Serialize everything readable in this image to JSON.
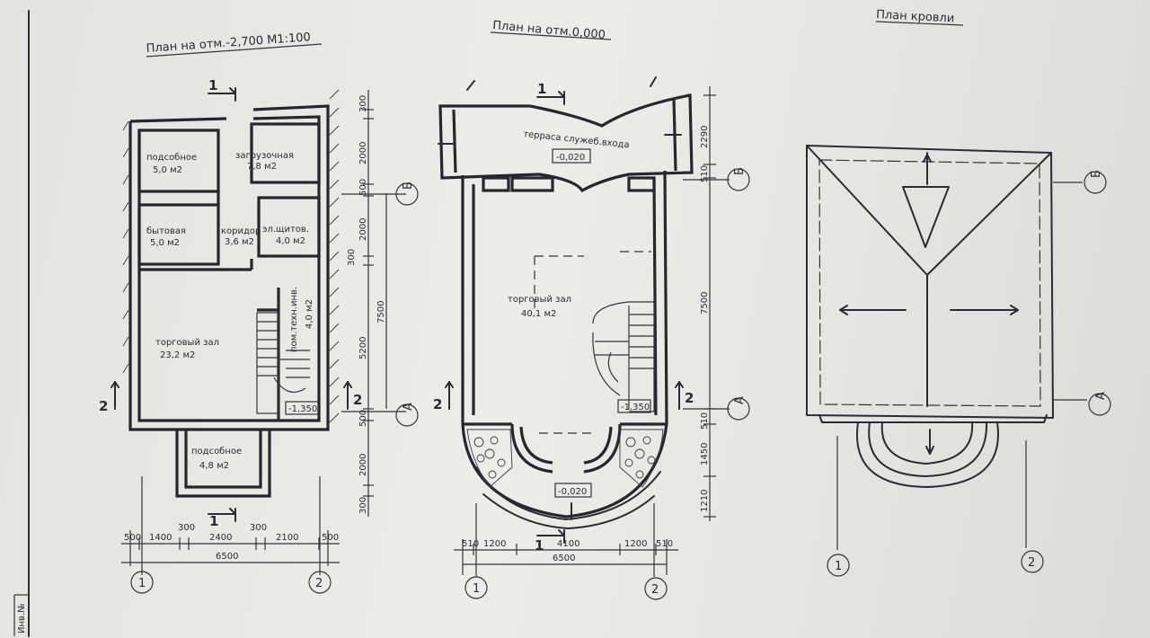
{
  "sheet": {
    "side_stamp": "Инв.№ ",
    "plan1": {
      "title": "План на отм.-2,700  М1:100",
      "rooms": [
        {
          "name": "подсобное",
          "area": "5,0 м2"
        },
        {
          "name": "загрузочная",
          "area": "7,8 м2"
        },
        {
          "name": "бытовая",
          "area": "5,0 м2"
        },
        {
          "name": "коридор",
          "area": "3,6 м2"
        },
        {
          "name": "эл.щитов.",
          "area": "4,0 м2"
        },
        {
          "name": "торговый зал",
          "area": "23,2 м2"
        },
        {
          "name": "пом.техн.инв.",
          "area": "4,0 м2"
        },
        {
          "name": "подсобное",
          "area": "4,8 м2"
        }
      ],
      "level": "-1,350",
      "dims_bottom": [
        "500",
        "1400",
        "300",
        "2400",
        "300",
        "2100",
        "500"
      ],
      "dim_total": "6500",
      "dims_right": [
        "300",
        "2000",
        "500",
        "2000",
        "300",
        "5200",
        "500",
        "2000",
        "300"
      ],
      "dim_right_total": "7500",
      "axes": [
        "1",
        "2",
        "Б",
        "А"
      ],
      "section_marks": [
        "1",
        "1",
        "2",
        "2"
      ]
    },
    "plan2": {
      "title": "План на отм.0,000",
      "rooms": [
        {
          "name": "терраса служеб.входа",
          "area": ""
        },
        {
          "name": "торговый зал",
          "area": "40,1 м2"
        }
      ],
      "levels": [
        "-0,020",
        "-1,350",
        "-0,020"
      ],
      "dims_bottom": [
        "510",
        "1200",
        "4100",
        "1200",
        "510"
      ],
      "dim_total": "6500",
      "dims_right": [
        "2290",
        "510",
        "7500",
        "510",
        "1450",
        "1210"
      ],
      "axes": [
        "1",
        "2",
        "Б",
        "А"
      ],
      "section_marks": [
        "1",
        "1",
        "2",
        "2"
      ]
    },
    "plan3": {
      "title": "План кровли",
      "axes": [
        "1",
        "2",
        "Б",
        "А"
      ]
    }
  }
}
